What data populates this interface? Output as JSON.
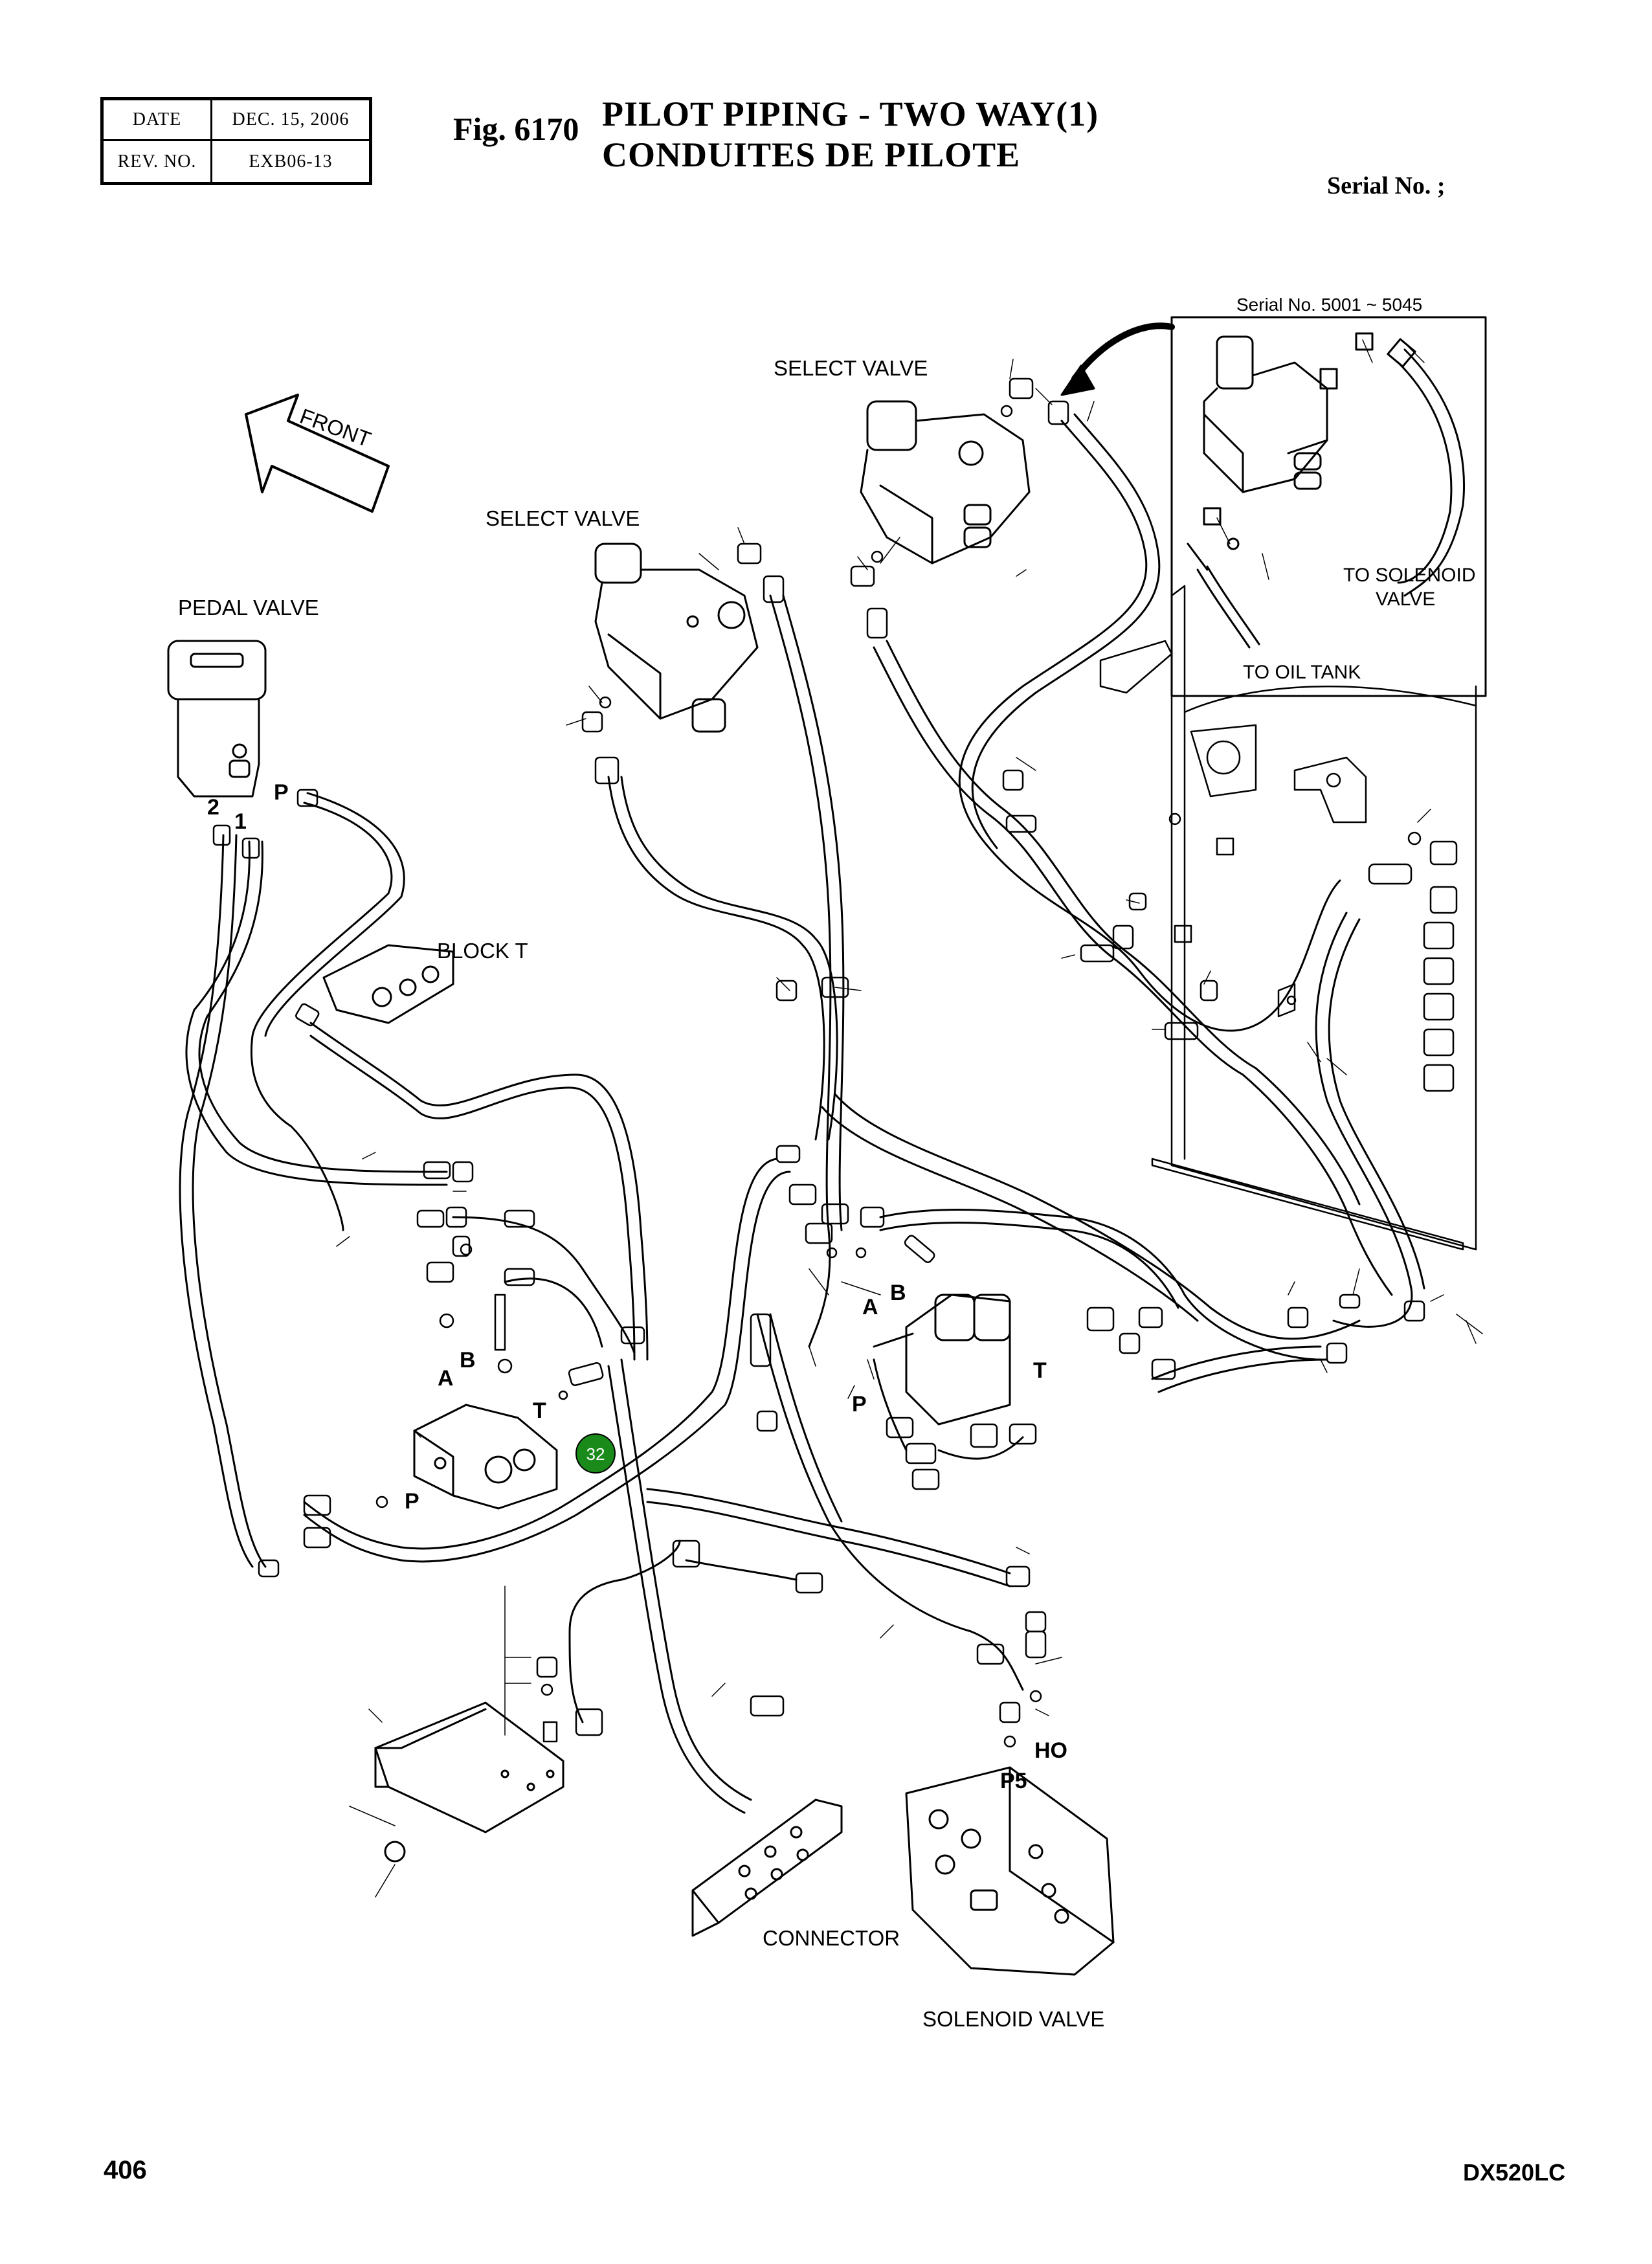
{
  "header": {
    "date_label": "DATE",
    "date_value": "DEC. 15, 2006",
    "rev_label": "REV. NO.",
    "rev_value": "EXB06-13",
    "fig_number": "Fig. 6170",
    "title_en": "PILOT PIPING - TWO WAY(1)",
    "title_fr": "CONDUITES DE PILOTE",
    "serial": "Serial No. ;"
  },
  "labels": {
    "front": "FRONT",
    "select_valve_top": "SELECT VALVE",
    "select_valve_mid": "SELECT VALVE",
    "pedal_valve": "PEDAL VALVE",
    "block_t": "BLOCK  T",
    "connector": "CONNECTOR",
    "solenoid_valve": "SOLENOID VALVE",
    "inset_serial": "Serial No. 5001 ~ 5045",
    "to_solenoid_1": "TO SOLENOID",
    "to_solenoid_2": "VALVE",
    "to_oil_tank": "TO OIL TANK",
    "port_p_pedal": "P",
    "port_2": "2",
    "port_1": "1",
    "port_a_left": "A",
    "port_b_left": "B",
    "port_t_left": "T",
    "port_p_left": "P",
    "port_a_right": "A",
    "port_b_right": "B",
    "port_t_right": "T",
    "port_p_right": "P",
    "port_ho": "HO",
    "port_p5": "P5"
  },
  "callout": {
    "number": "32",
    "color": "#1a8a1a"
  },
  "footer": {
    "page": "406",
    "model": "DX520LC"
  }
}
